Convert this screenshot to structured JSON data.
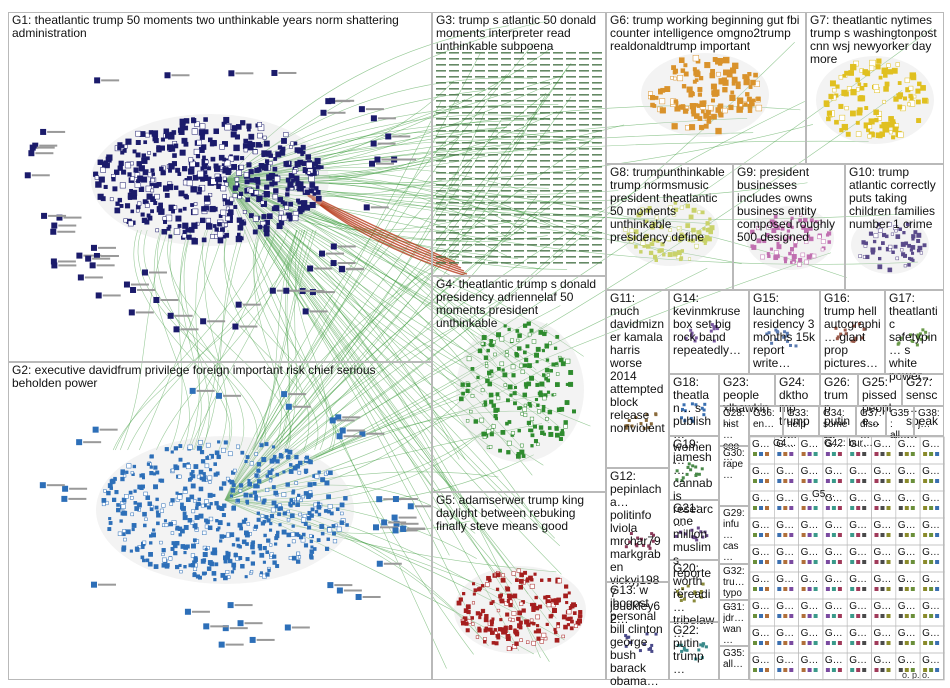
{
  "groups": [
    {
      "id": "G1",
      "label": "G1: theatlantic trump 50 moments two unthinkable years norm shattering administration"
    },
    {
      "id": "G2",
      "label": "G2: executive davidfrum privilege foreign important risk chief serious beholden power"
    },
    {
      "id": "G3",
      "label": "G3: trump s atlantic 50 donald moments interpreter read unthinkable subpoena"
    },
    {
      "id": "G4",
      "label": "G4: theatlantic trump s donald presidency adriennelaf 50 moments president unthinkable"
    },
    {
      "id": "G5",
      "label": "G5: adamserwer trump king daylight between rebuking finally steve means good"
    },
    {
      "id": "G6",
      "label": "G6: trump working beginning gut fbi counter intelligence omgno2trump realdonaldtrump important"
    },
    {
      "id": "G7",
      "label": "G7: theatlantic nytimes trump s washingtonpost cnn wsj newyorker day more"
    },
    {
      "id": "G8",
      "label": "G8: trumpunthinkable trump normsmusic president theatlantic 50 moments unthinkable presidency define"
    },
    {
      "id": "G9",
      "label": "G9: president businesses includes owns business entity composed roughly 500 designed"
    },
    {
      "id": "G10",
      "label": "G10: trump atlantic correctly puts taking children families number 1 crime"
    },
    {
      "id": "G11",
      "label": "G11: much davidmizner kamala harris worse 2014 attempted block release nonviolent"
    },
    {
      "id": "G12",
      "label": "G12: pepinlacha… politinfo lviola mrchar79 markgraben vickyj1987 jbuckley62…"
    },
    {
      "id": "G13",
      "label": "G13: w ibogost personal bill clinton george bush barack obama…"
    },
    {
      "id": "G14",
      "label": "G14: kevinmkruse box set big rock band repeatedly…"
    },
    {
      "id": "G15",
      "label": "G15: launching residency 3 months 15k report write…"
    },
    {
      "id": "G16",
      "label": "G16: trump hell autographi… giant prop pictures…"
    },
    {
      "id": "G17",
      "label": "G17: theatlantic safetypin… s white power…"
    },
    {
      "id": "G18",
      "label": "G18: theatlan… s publish… women…"
    },
    {
      "id": "G19",
      "label": "G19: jamesh… cannabis researc…"
    },
    {
      "id": "G20",
      "label": "G20: worth rereadi… tribelaw…"
    },
    {
      "id": "G21",
      "label": "G21: one million muslims reporte…"
    },
    {
      "id": "G22",
      "label": "G22: putin trump…"
    },
    {
      "id": "G23",
      "label": "G23: people xlhawkin…"
    },
    {
      "id": "G24",
      "label": "G24: dkthomp trump…"
    },
    {
      "id": "G25",
      "label": "G25: pissed people…"
    },
    {
      "id": "G26",
      "label": "G26: trump putin…"
    },
    {
      "id": "G27",
      "label": "G27: sensc… speak…"
    },
    {
      "id": "G28",
      "label": "G28: hist… coo…"
    },
    {
      "id": "G29",
      "label": "G29: infu… cas…"
    },
    {
      "id": "G30",
      "label": "G30: rape…"
    },
    {
      "id": "G31",
      "label": "G31: jdr… wan…"
    },
    {
      "id": "G32",
      "label": "G32: tru… typo…"
    },
    {
      "id": "G33",
      "label": "G33: help…"
    },
    {
      "id": "G34",
      "label": "G34: some…"
    },
    {
      "id": "G35",
      "label": "G35: all…"
    },
    {
      "id": "G36",
      "label": "G36: en…"
    },
    {
      "id": "G37",
      "label": "G37: diso…"
    },
    {
      "id": "G38",
      "label": "G38: j…"
    },
    {
      "id": "G42",
      "label": "G42: bur…"
    },
    {
      "id": "G4x",
      "label": "G4…"
    },
    {
      "id": "G5x",
      "label": "G5…"
    },
    {
      "id": "G6x",
      "label": "G6…"
    }
  ],
  "small_cell_label": "G…",
  "tail_text": "o. p. o.",
  "colors": {
    "g1": "#1b1b6b",
    "g2": "#2d6fb8",
    "g3": "#3f6b3f",
    "g4": "#2e8b2e",
    "g5": "#a51e1e",
    "g6": "#d9922b",
    "g7": "#e0c020",
    "g8": "#c9d26a",
    "g9": "#c06fb0",
    "g10": "#5a4a8a",
    "edge": "#3a9a3a",
    "edge_red": "#b73a1a",
    "border": "#b9b9b9"
  }
}
